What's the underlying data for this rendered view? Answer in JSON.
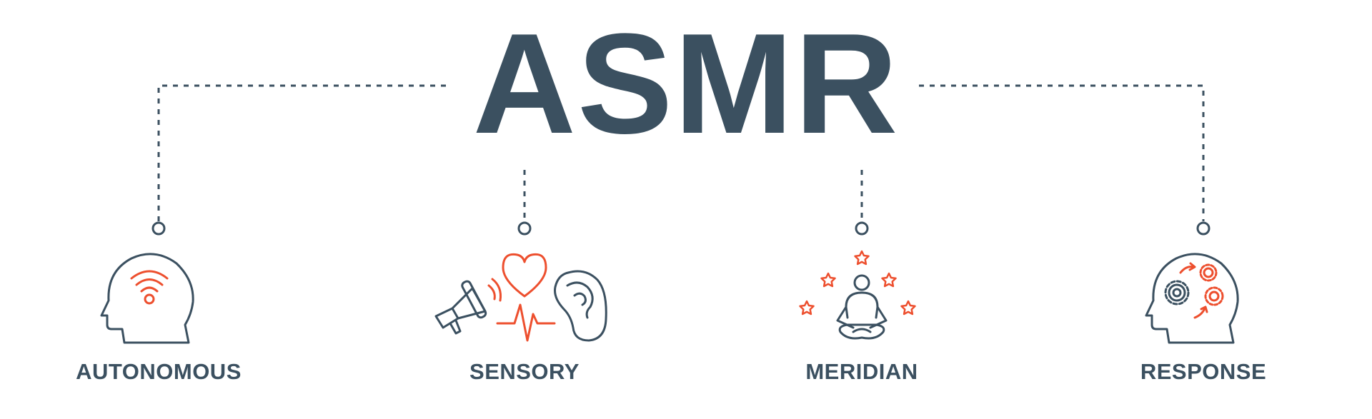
{
  "title": "ASMR",
  "colors": {
    "dark": "#3b5060",
    "accent": "#ed4f2e",
    "background": "#ffffff"
  },
  "items": [
    {
      "label": "AUTONOMOUS",
      "icon": "head-with-signal-icon"
    },
    {
      "label": "SENSORY",
      "icon": "megaphone-heart-ear-icon"
    },
    {
      "label": "MERIDIAN",
      "icon": "meditation-stars-icon"
    },
    {
      "label": "RESPONSE",
      "icon": "head-with-gears-icon"
    }
  ]
}
